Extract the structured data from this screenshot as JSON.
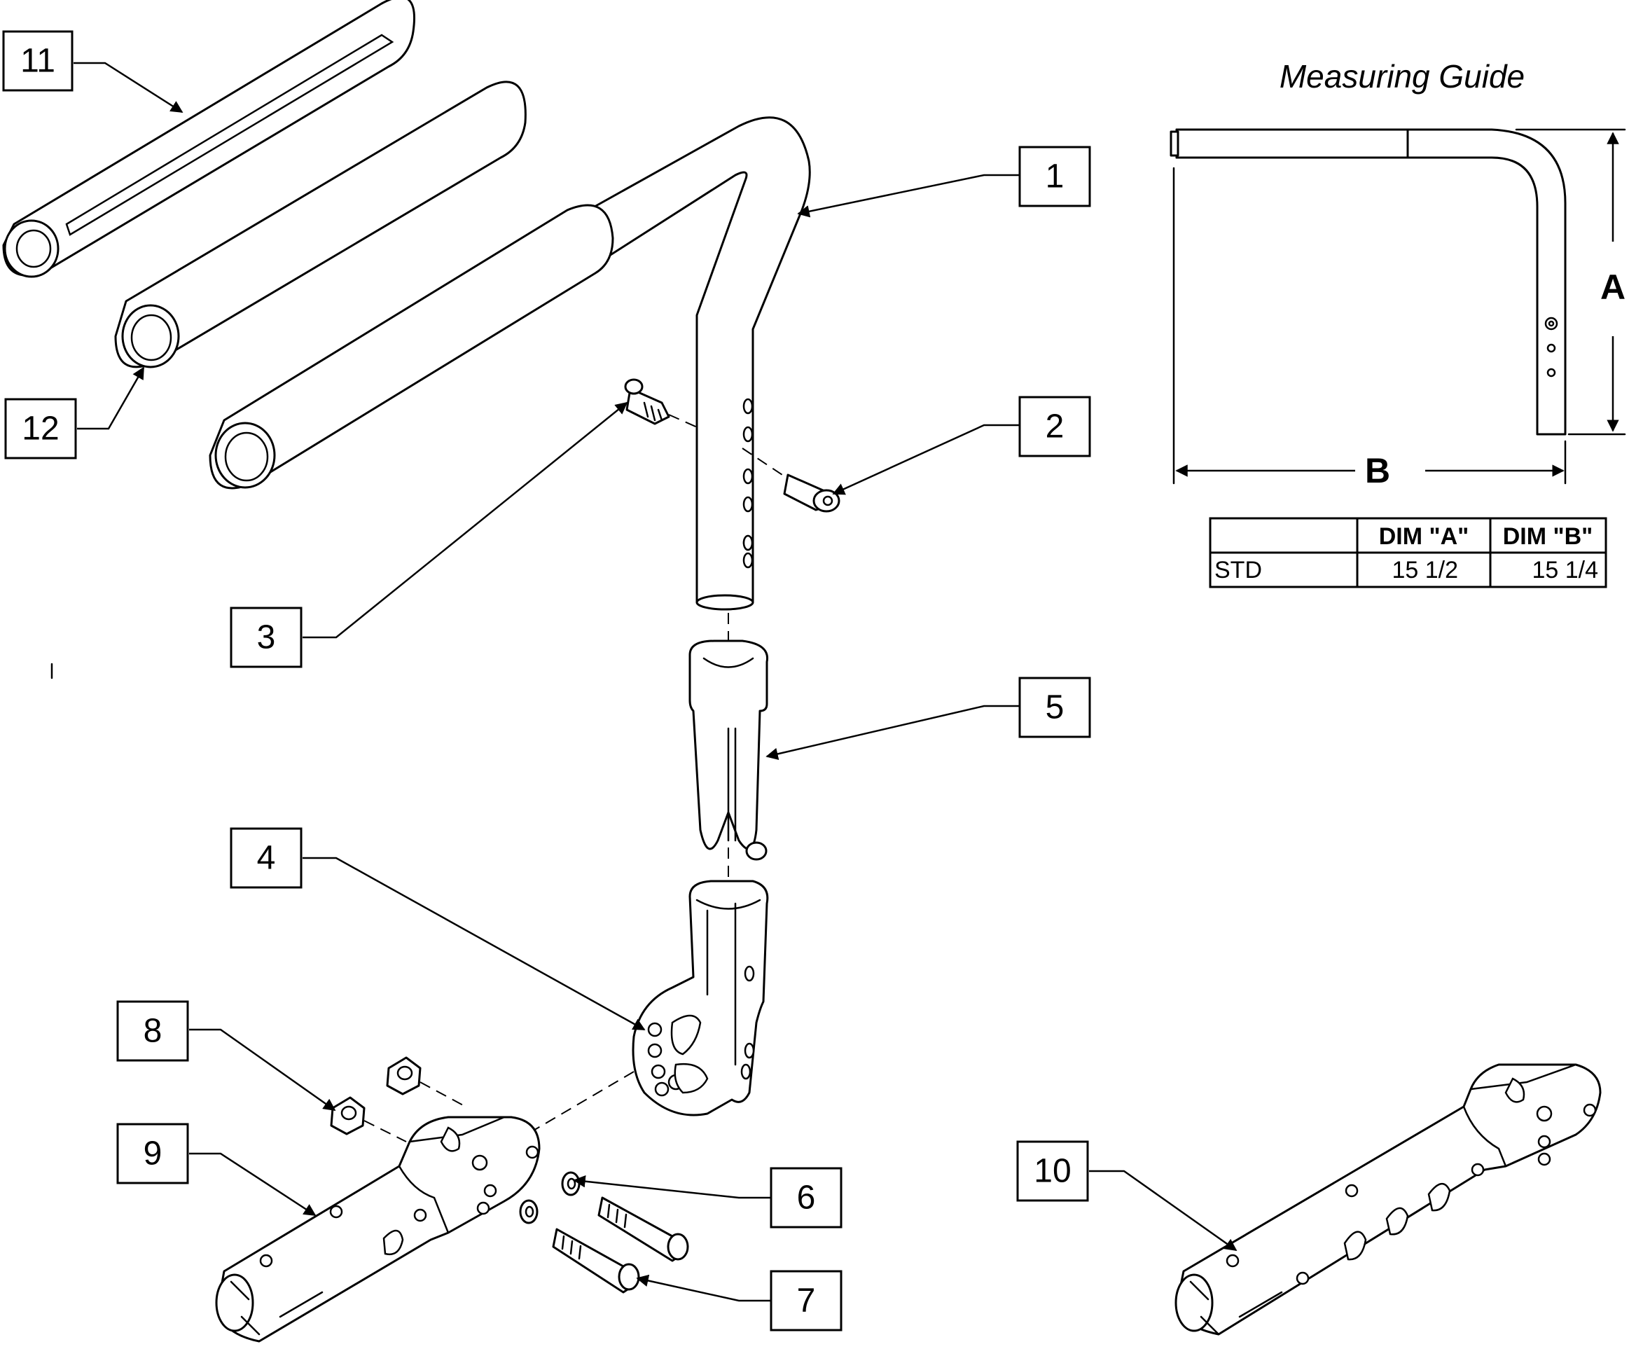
{
  "callouts": [
    "1",
    "2",
    "3",
    "4",
    "5",
    "6",
    "7",
    "8",
    "9",
    "10",
    "11",
    "12"
  ],
  "measuring_guide": {
    "title": "Measuring Guide",
    "dim_a_label": "A",
    "dim_b_label": "B"
  },
  "table": {
    "headers": [
      "",
      "DIM \"A\"",
      "DIM \"B\""
    ],
    "rows": [
      [
        "STD",
        "15 1/2",
        "15 1/4"
      ]
    ]
  }
}
